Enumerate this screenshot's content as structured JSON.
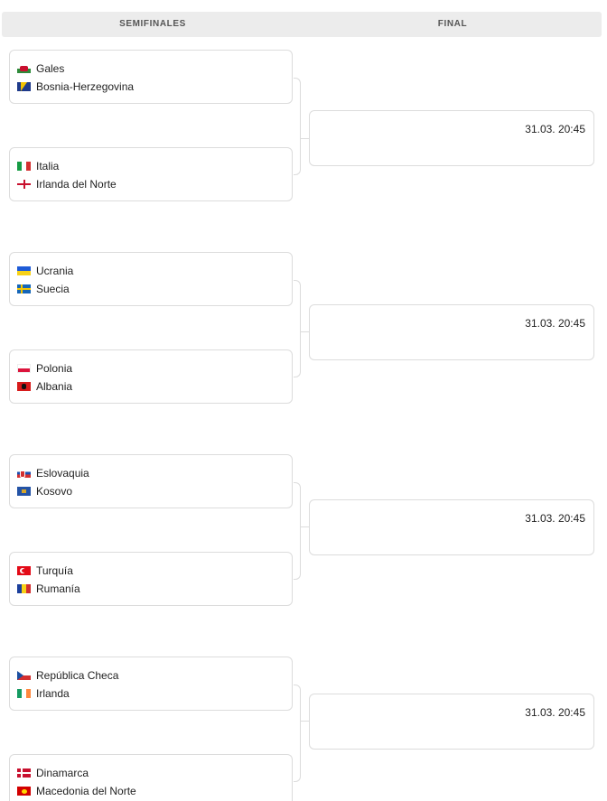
{
  "header": {
    "semifinals": "SEMIFINALES",
    "final": "FINAL"
  },
  "groups": [
    {
      "matches": [
        {
          "team1": {
            "name": "Gales",
            "flag": "wales-flag-icon"
          },
          "team2": {
            "name": "Bosnia-Herzegovina",
            "flag": "bosnia-herzegovina-flag-icon"
          }
        },
        {
          "team1": {
            "name": "Italia",
            "flag": "italy-flag-icon"
          },
          "team2": {
            "name": "Irlanda del Norte",
            "flag": "northern-ireland-flag-icon"
          }
        }
      ],
      "final": {
        "datetime": "31.03. 20:45"
      }
    },
    {
      "matches": [
        {
          "team1": {
            "name": "Ucrania",
            "flag": "ukraine-flag-icon"
          },
          "team2": {
            "name": "Suecia",
            "flag": "sweden-flag-icon"
          }
        },
        {
          "team1": {
            "name": "Polonia",
            "flag": "poland-flag-icon"
          },
          "team2": {
            "name": "Albania",
            "flag": "albania-flag-icon"
          }
        }
      ],
      "final": {
        "datetime": "31.03. 20:45"
      }
    },
    {
      "matches": [
        {
          "team1": {
            "name": "Eslovaquia",
            "flag": "slovakia-flag-icon"
          },
          "team2": {
            "name": "Kosovo",
            "flag": "kosovo-flag-icon"
          }
        },
        {
          "team1": {
            "name": "Turquía",
            "flag": "turkey-flag-icon"
          },
          "team2": {
            "name": "Rumanía",
            "flag": "romania-flag-icon"
          }
        }
      ],
      "final": {
        "datetime": "31.03. 20:45"
      }
    },
    {
      "matches": [
        {
          "team1": {
            "name": "República Checa",
            "flag": "czech-republic-flag-icon"
          },
          "team2": {
            "name": "Irlanda",
            "flag": "ireland-flag-icon"
          }
        },
        {
          "team1": {
            "name": "Dinamarca",
            "flag": "denmark-flag-icon"
          },
          "team2": {
            "name": "Macedonia del Norte",
            "flag": "north-macedonia-flag-icon"
          }
        }
      ],
      "final": {
        "datetime": "31.03. 20:45"
      }
    }
  ]
}
